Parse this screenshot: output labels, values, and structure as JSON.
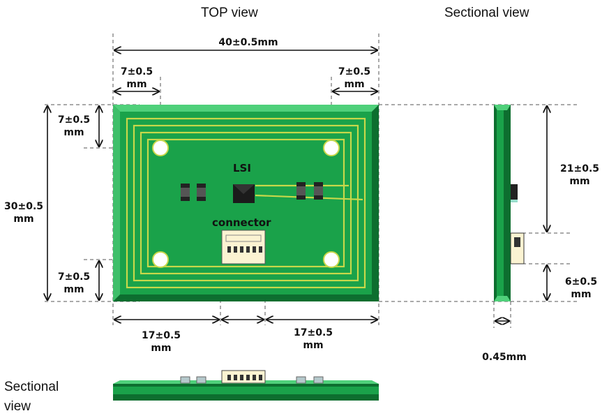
{
  "titles": {
    "top_view": "TOP view",
    "sectional_view_right": "Sectional view",
    "sectional_view_bottom_line1": "Sectional",
    "sectional_view_bottom_line2": "view"
  },
  "parts": {
    "lsi": "LSI",
    "connector": "connector"
  },
  "dimensions": {
    "width": "40±0.5mm",
    "left_hole_x": {
      "line1": "7±0.5",
      "line2": "mm"
    },
    "right_hole_x": {
      "line1": "7±0.5",
      "line2": "mm"
    },
    "top_hole_y": {
      "line1": "7±0.5",
      "line2": "mm"
    },
    "height": {
      "line1": "30±0.5",
      "line2": "mm"
    },
    "bottom_hole_y": {
      "line1": "7±0.5",
      "line2": "mm"
    },
    "left_to_connector": {
      "line1": "17±0.5",
      "line2": "mm"
    },
    "connector_to_right": {
      "line1": "17±0.5",
      "line2": "mm"
    },
    "side_top_to_connector": {
      "line1": "21±0.5",
      "line2": "mm"
    },
    "side_connector_height": {
      "line1": "6±0.5",
      "line2": "mm"
    },
    "thickness": "0.45mm"
  },
  "colors": {
    "board": "#1aa24a",
    "board_edge_light": "#4fd07a",
    "board_edge_dark": "#0d6e2f",
    "trace": "#c8d84a",
    "lsi": "#1b1b1b",
    "connector": "#fbf3d2",
    "dashed_line": "#555555"
  }
}
